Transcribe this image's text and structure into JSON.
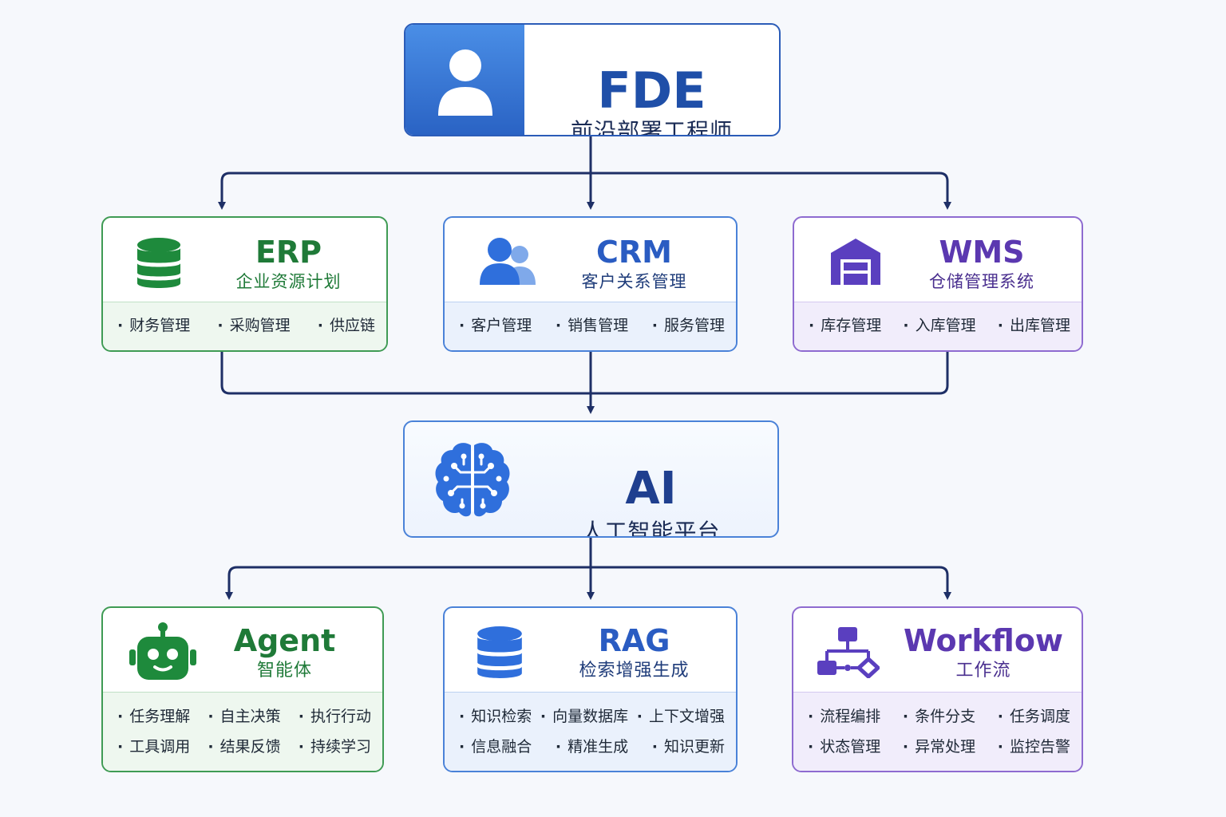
{
  "colors": {
    "connector": "#1e2f66",
    "erp": "#1f7a38",
    "crm": "#2a5cc2",
    "wms": "#5b38b0",
    "ai": "#1f3f8f"
  },
  "fde": {
    "title": "FDE",
    "subtitle": "前沿部署工程师",
    "icon": "user-icon"
  },
  "erp": {
    "title": "ERP",
    "subtitle": "企业资源计划",
    "icon": "database-icon",
    "items": [
      "财务管理",
      "采购管理",
      "供应链"
    ]
  },
  "crm": {
    "title": "CRM",
    "subtitle": "客户关系管理",
    "icon": "users-icon",
    "items": [
      "客户管理",
      "销售管理",
      "服务管理"
    ]
  },
  "wms": {
    "title": "WMS",
    "subtitle": "仓储管理系统",
    "icon": "warehouse-icon",
    "items": [
      "库存管理",
      "入库管理",
      "出库管理"
    ]
  },
  "ai": {
    "title": "AI",
    "subtitle": "人工智能平台",
    "icon": "brain-icon"
  },
  "agent": {
    "title": "Agent",
    "subtitle": "智能体",
    "icon": "robot-icon",
    "row1": [
      "任务理解",
      "自主决策",
      "执行行动"
    ],
    "row2": [
      "工具调用",
      "结果反馈",
      "持续学习"
    ]
  },
  "rag": {
    "title": "RAG",
    "subtitle": "检索增强生成",
    "icon": "database-icon",
    "row1": [
      "知识检索",
      "向量数据库",
      "上下文增强"
    ],
    "row2": [
      "信息融合",
      "精准生成",
      "知识更新"
    ]
  },
  "workflow": {
    "title": "Workflow",
    "subtitle": "工作流",
    "icon": "workflow-icon",
    "row1": [
      "流程编排",
      "条件分支",
      "任务调度"
    ],
    "row2": [
      "状态管理",
      "异常处理",
      "监控告警"
    ]
  }
}
